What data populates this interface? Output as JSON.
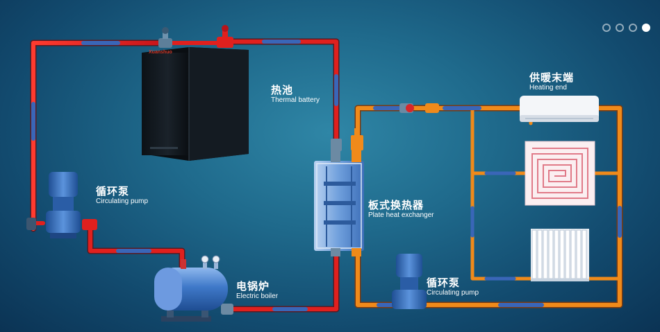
{
  "labels": {
    "thermal_battery": {
      "zh": "热池",
      "en": "Thermal battery"
    },
    "pump_left": {
      "zh": "循环泵",
      "en": "Circulating pump"
    },
    "electric_boiler": {
      "zh": "电锅炉",
      "en": "Electric boiler"
    },
    "heat_exchanger": {
      "zh": "板式换热器",
      "en": "Plate heat exchanger"
    },
    "pump_right": {
      "zh": "循环泵",
      "en": "Circulating pump"
    },
    "heating_end": {
      "zh": "供暖末端",
      "en": "Heating end"
    }
  },
  "brand_mark": "Xuanshuo",
  "carousel": {
    "dot_count": 4,
    "active_index": 3
  },
  "colors": {
    "hot_pipe": "#e0201e",
    "warm_pipe": "#f08a1a",
    "return_pipe": "#2f5fb0",
    "tank_dark": "#141a20",
    "pump_blue": "#2d69b8"
  }
}
